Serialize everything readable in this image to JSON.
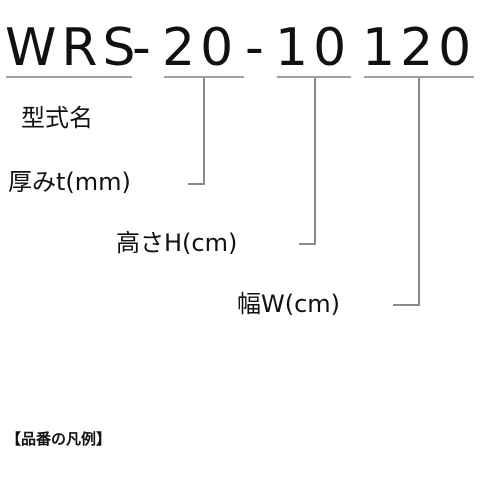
{
  "model_code": {
    "segments": [
      {
        "text": "WRS",
        "meaning": "型式名"
      },
      {
        "text": "20",
        "meaning": "厚みt(mm)"
      },
      {
        "text": "10",
        "meaning": "高さH(cm)"
      },
      {
        "text": "120",
        "meaning": "幅W(cm)"
      }
    ],
    "separator": "-"
  },
  "legend_title": "【品番の凡例】",
  "colors": {
    "text": "#111111",
    "underline": "#a0a0a0",
    "leader": "#8a8a8a",
    "background": "#ffffff"
  }
}
